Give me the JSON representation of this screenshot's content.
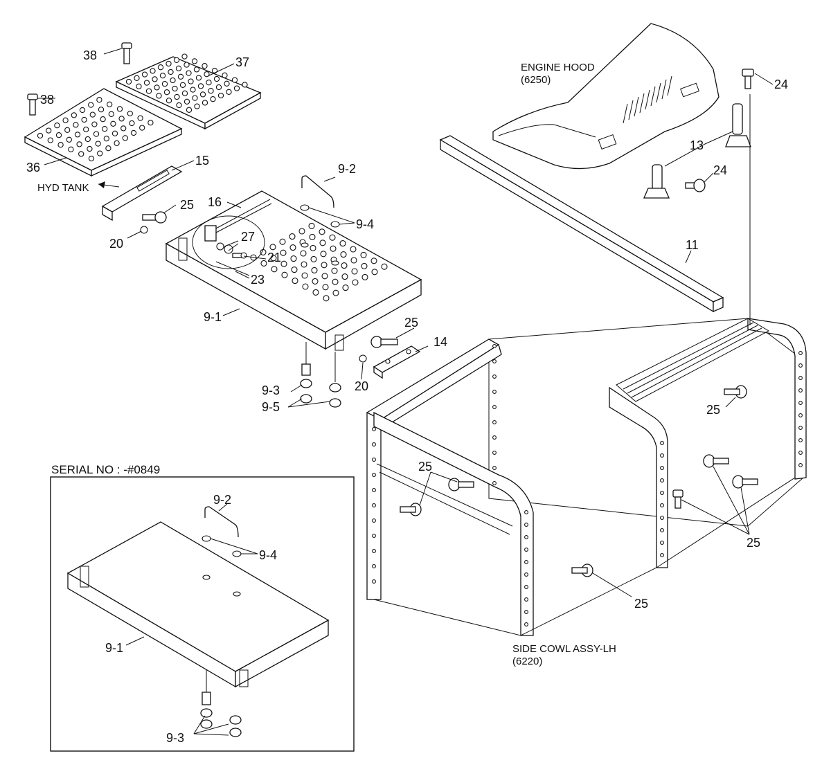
{
  "diagram": {
    "callouts": {
      "c38a": "38",
      "c38b": "38",
      "c37": "37",
      "c36": "36",
      "c15": "15",
      "c25a": "25",
      "c20a": "20",
      "c16": "16",
      "c27": "27",
      "c21": "21",
      "c23": "23",
      "c92": "9-2",
      "c94": "9-4",
      "c91": "9-1",
      "c25b": "25",
      "c14": "14",
      "c20b": "20",
      "c93": "9-3",
      "c95": "9-5",
      "c11": "11",
      "c13": "13",
      "c24a": "24",
      "c24b": "24",
      "c25c": "25",
      "c25d": "25",
      "c25e": "25",
      "c25f": "25",
      "inset_92": "9-2",
      "inset_94": "9-4",
      "inset_91": "9-1",
      "inset_93": "9-3"
    },
    "labels": {
      "hyd_tank": "HYD TANK",
      "engine_hood_name": "ENGINE HOOD",
      "engine_hood_code": "(6250)",
      "side_cowl_name": "SIDE COWL ASSY-LH",
      "side_cowl_code": "(6220)",
      "serial_no": "SERIAL NO : -#0849"
    }
  }
}
